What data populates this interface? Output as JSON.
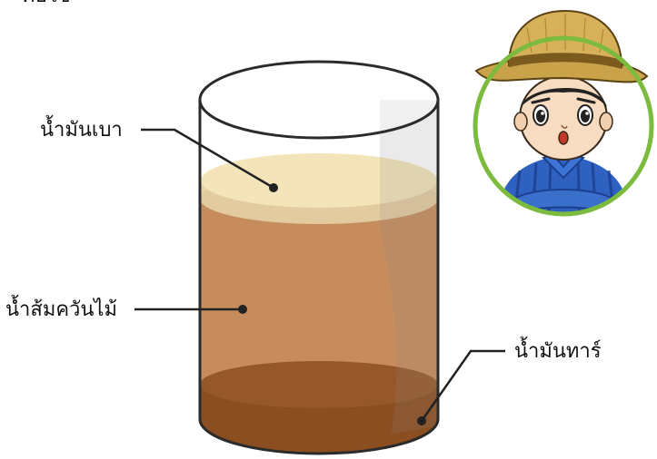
{
  "header": {
    "partial_text": "คือใช"
  },
  "labels": {
    "light_oil": "น้ำมันเบา",
    "wood_vinegar": "น้ำส้มควันไม้",
    "tar": "น้ำมันทาร์"
  },
  "colors": {
    "light_oil": "#f3e4b9",
    "wood_vinegar": "#c68c5c",
    "tar": "#8b4e20",
    "leader_line": "#222222",
    "avatar_ring": "#7dbb3f"
  }
}
